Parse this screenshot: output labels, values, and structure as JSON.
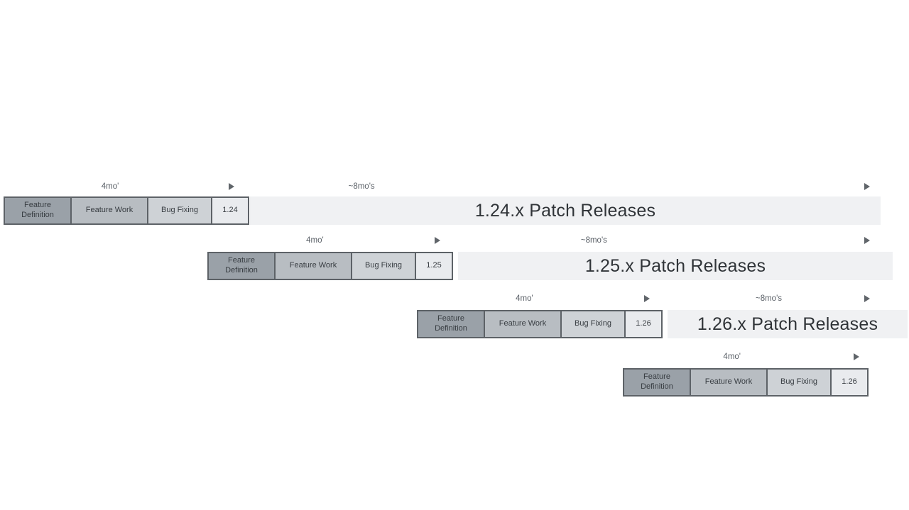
{
  "diagram": {
    "description_colors": {
      "background": "#ffffff",
      "feature_definition_box": "#9aa1a8",
      "feature_work_box": "#b8bdc2",
      "bug_fixing_box": "#ced2d6",
      "version_box": "#e9ebee",
      "patch_release_bar": "#f0f1f3",
      "box_border": "#5d6267",
      "arrow": "#60656a"
    }
  },
  "rows": [
    {
      "version": "1.24",
      "cycle_duration_label": "4mo'",
      "phases": [
        "Feature Definition",
        "Feature Work",
        "Bug Fixing"
      ],
      "patch_duration_label": "~8mo's",
      "patch_label": "1.24.x Patch Releases"
    },
    {
      "version": "1.25",
      "cycle_duration_label": "4mo'",
      "phases": [
        "Feature Definition",
        "Feature Work",
        "Bug Fixing"
      ],
      "patch_duration_label": "~8mo's",
      "patch_label": "1.25.x Patch Releases"
    },
    {
      "version": "1.26",
      "cycle_duration_label": "4mo'",
      "phases": [
        "Feature Definition",
        "Feature Work",
        "Bug Fixing"
      ],
      "patch_duration_label": "~8mo's",
      "patch_label": "1.26.x Patch Releases"
    },
    {
      "version": "1.26",
      "cycle_duration_label": "4mo'",
      "phases": [
        "Feature Definition",
        "Feature Work",
        "Bug Fixing"
      ]
    }
  ]
}
